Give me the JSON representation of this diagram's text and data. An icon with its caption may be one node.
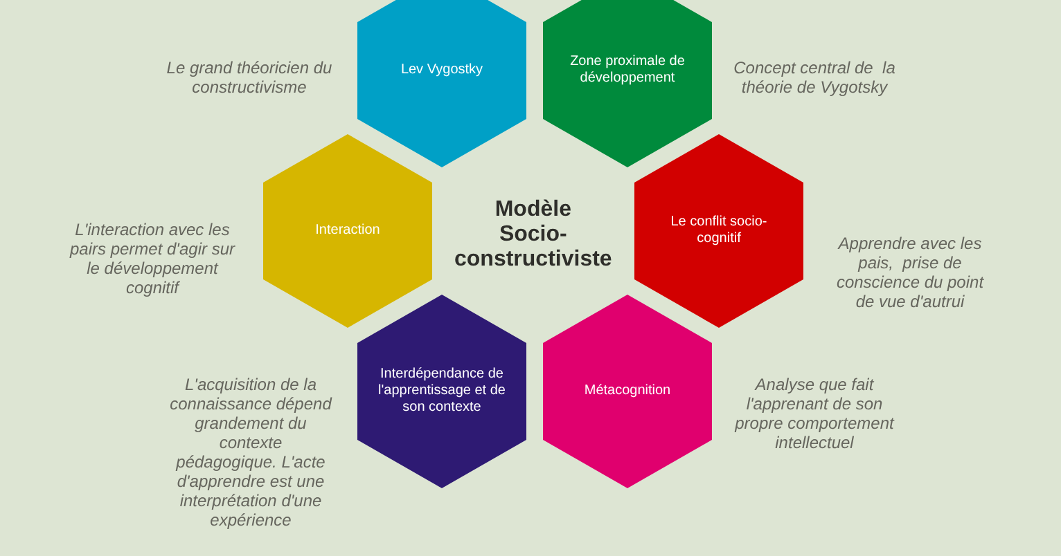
{
  "diagram": {
    "title": "Modèle Socio-constructiviste",
    "nodes": [
      {
        "text": [
          "Lev Vygostky"
        ],
        "beside": [
          "Le grand théoricien du constructivisme"
        ]
      },
      {
        "text": [
          "Zone proximale de développement"
        ],
        "beside": [
          "Concept central de  la théorie de Vygotsky"
        ]
      },
      {
        "text": [
          "Interaction"
        ],
        "beside": [
          "L'interaction avec les pairs permet d'agir sur le développement cognitif"
        ]
      },
      {
        "text": [
          "Le conflit socio-cognitif"
        ],
        "beside": [
          "Apprendre avec les pais,  prise de conscience du point de vue d'autrui"
        ]
      },
      {
        "text": [
          "Interdépendance de l'apprentissage et de son contexte"
        ],
        "beside": [
          "L'acquisition de la connaissance dépend grandement du contexte pédagogique. L'acte d'apprendre est une interprétation d'une expérience"
        ]
      },
      {
        "text": [
          "Métacognition"
        ],
        "beside": [
          "Analyse que fait l'apprenant de son propre comportement intellectuel"
        ]
      }
    ]
  }
}
